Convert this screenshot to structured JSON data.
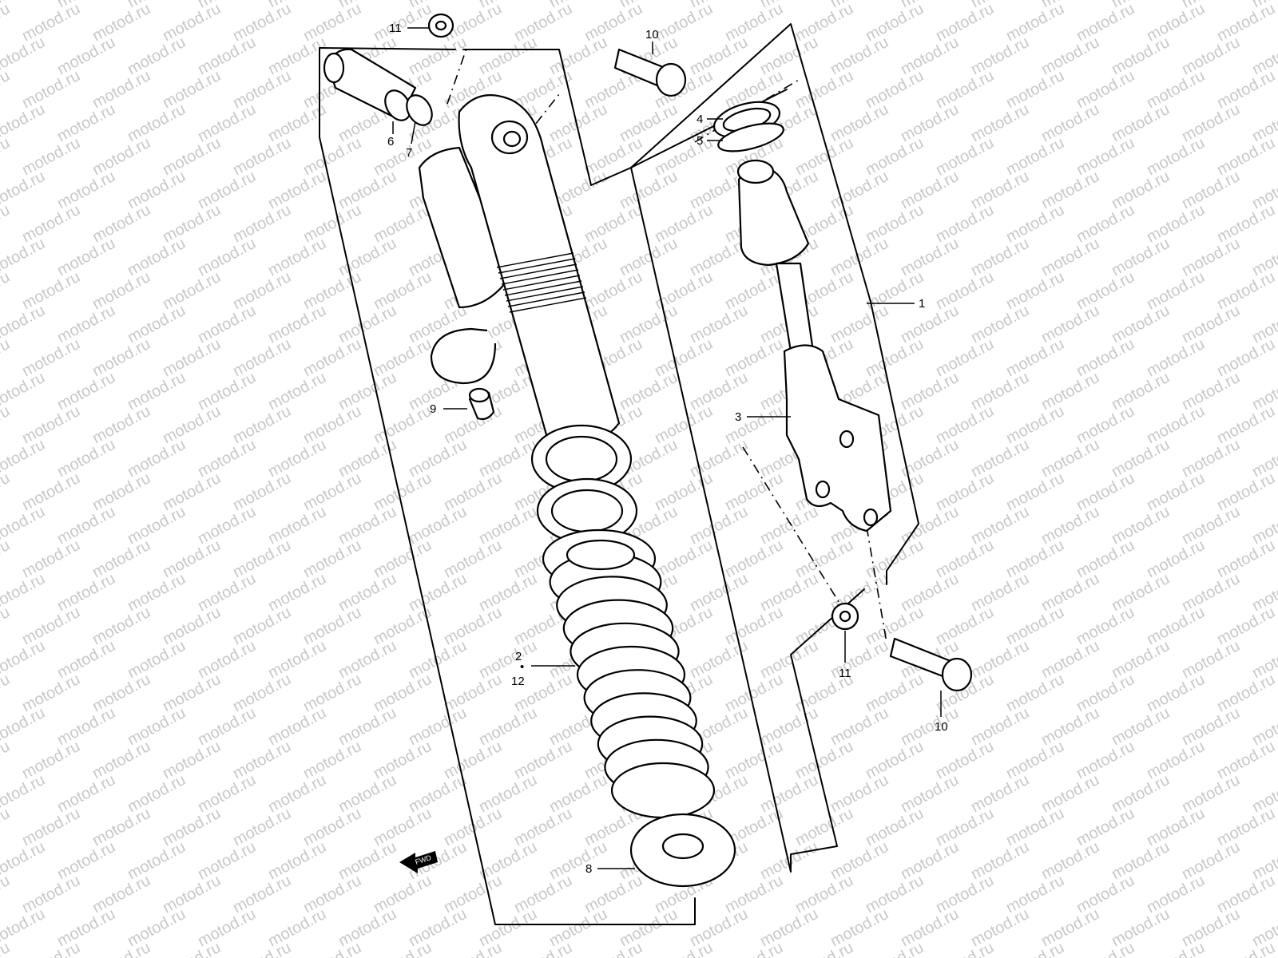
{
  "watermark": "motod.ru",
  "callouts": {
    "c1": "1",
    "c2": "2",
    "c3": "3",
    "c4": "4",
    "c5": "5",
    "c6": "6",
    "c7": "7",
    "c8": "8",
    "c9": "9",
    "c10a": "10",
    "c10b": "10",
    "c11a": "11",
    "c11b": "11",
    "c12": "12",
    "sep": "•"
  },
  "fwd_label": "FWD"
}
